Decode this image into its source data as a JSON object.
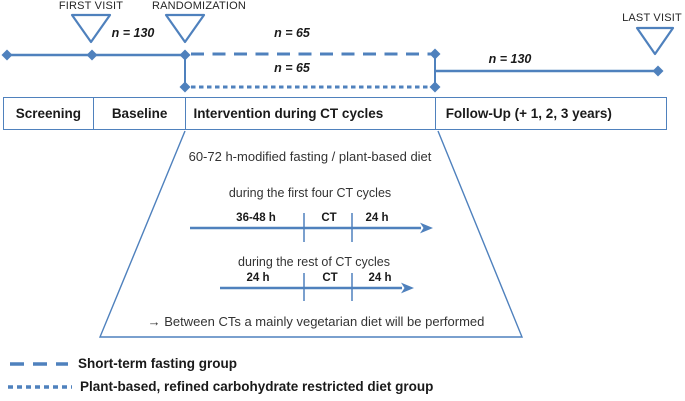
{
  "colors": {
    "blue": "#4f81bd",
    "text": "#212121"
  },
  "timeline": {
    "first_visit": "FIRST VISIT",
    "randomization": "RANDOMIZATION",
    "last_visit": "LAST VISIT",
    "n_enrolled": "n = 130",
    "n_fasting_arm": "n = 65",
    "n_plant_arm": "n = 65",
    "n_followup": "n = 130"
  },
  "phases": {
    "screening": "Screening",
    "baseline": "Baseline",
    "intervention": "Intervention during CT cycles",
    "followup": "Follow-Up (+ 1, 2, 3 years)"
  },
  "detail": {
    "title": "60-72 h-modified fasting / plant-based diet",
    "first_caption": "during the first four CT cycles",
    "first_segments": [
      "36-48 h",
      "CT",
      "24 h"
    ],
    "rest_caption": "during the rest of CT cycles",
    "rest_segments": [
      "24 h",
      "CT",
      "24 h"
    ],
    "note": "→ Between CTs a mainly vegetarian diet will be performed"
  },
  "legend": [
    {
      "line_style": "long-dash",
      "label": "Short-term fasting group"
    },
    {
      "line_style": "short-dash",
      "label": "Plant-based, refined carbohydrate restricted diet group"
    }
  ]
}
